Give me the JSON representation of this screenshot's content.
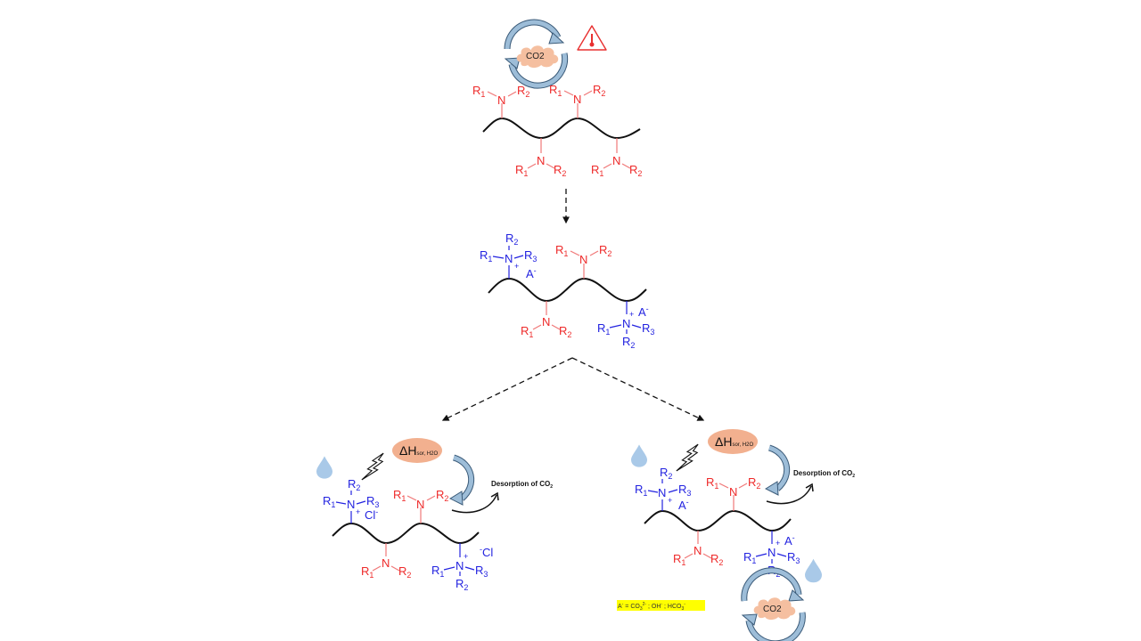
{
  "diagram": {
    "title": "CO2 sorption / desorption mechanism on amine-functionalized polymer",
    "cycle_label": "CO2",
    "warning_icon": "thermometer-warning-icon",
    "amine": {
      "r1": "R",
      "r1_sub": "1",
      "n": "N",
      "r2": "R",
      "r2_sub": "2",
      "r3": "R",
      "r3_sub": "3",
      "plus": "+"
    },
    "anion_a": {
      "base": "A",
      "charge": "-"
    },
    "anion_cl": {
      "base": "Cl",
      "charge": "-"
    },
    "anion_cl_left": {
      "charge": "-",
      "base": "Cl"
    },
    "enthalpy": {
      "delta": "ΔH",
      "sub": "sor, H2O"
    },
    "desorption": {
      "text": "Desorption of CO",
      "sub": "2"
    },
    "legend": {
      "prefix": "A",
      "prefix_charge": "-",
      "eq": " = CO",
      "co3_sub": "3",
      "co3_charge": "2-",
      "sep1": " ; OH",
      "oh_charge": "-",
      "sep2": " ; HCO",
      "hco3_sub": "3",
      "hco3_charge": "-",
      "highlight_color": "#ffff00"
    },
    "colors": {
      "neutral_amine": "#ee2a2a",
      "quaternary_ammonium": "#2323e0",
      "cloud": "#f5bfa0",
      "cycle_arrow": "#8fb3d0",
      "water_drop": "#a9c9e8",
      "enthalpy_ellipse": "#f2b08f",
      "warning": "#e83030"
    }
  }
}
